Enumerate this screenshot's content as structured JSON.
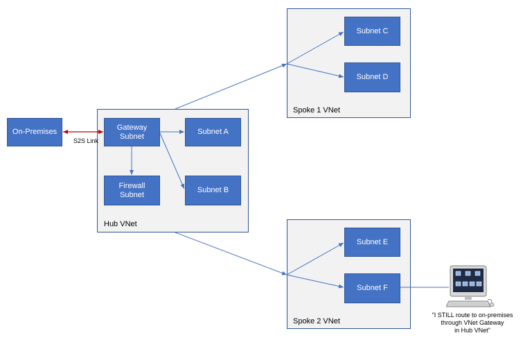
{
  "hub": {
    "label": "Hub VNet"
  },
  "spoke1": {
    "label": "Spoke 1 VNet"
  },
  "spoke2": {
    "label": "Spoke 2 VNet"
  },
  "nodes": {
    "on_premises": "On-Premises",
    "gateway_subnet": "Gateway\nSubnet",
    "firewall_subnet": "Firewall\nSubnet",
    "subnet_a": "Subnet A",
    "subnet_b": "Subnet B",
    "subnet_c": "Subnet C",
    "subnet_d": "Subnet D",
    "subnet_e": "Subnet E",
    "subnet_f": "Subnet F"
  },
  "s2s_link": "S2S Link",
  "client_caption": "\"I STILL route to on-premises\nthrough VNet Gateway\nin Hub VNet\"",
  "colors": {
    "box_fill": "#4472c4",
    "box_border": "#2f5597",
    "vnet_fill": "#f2f2f2",
    "s2s_arrow": "#c00000",
    "connector": "#4472c4"
  },
  "icons": {
    "client": "computer-monitor-icon"
  }
}
